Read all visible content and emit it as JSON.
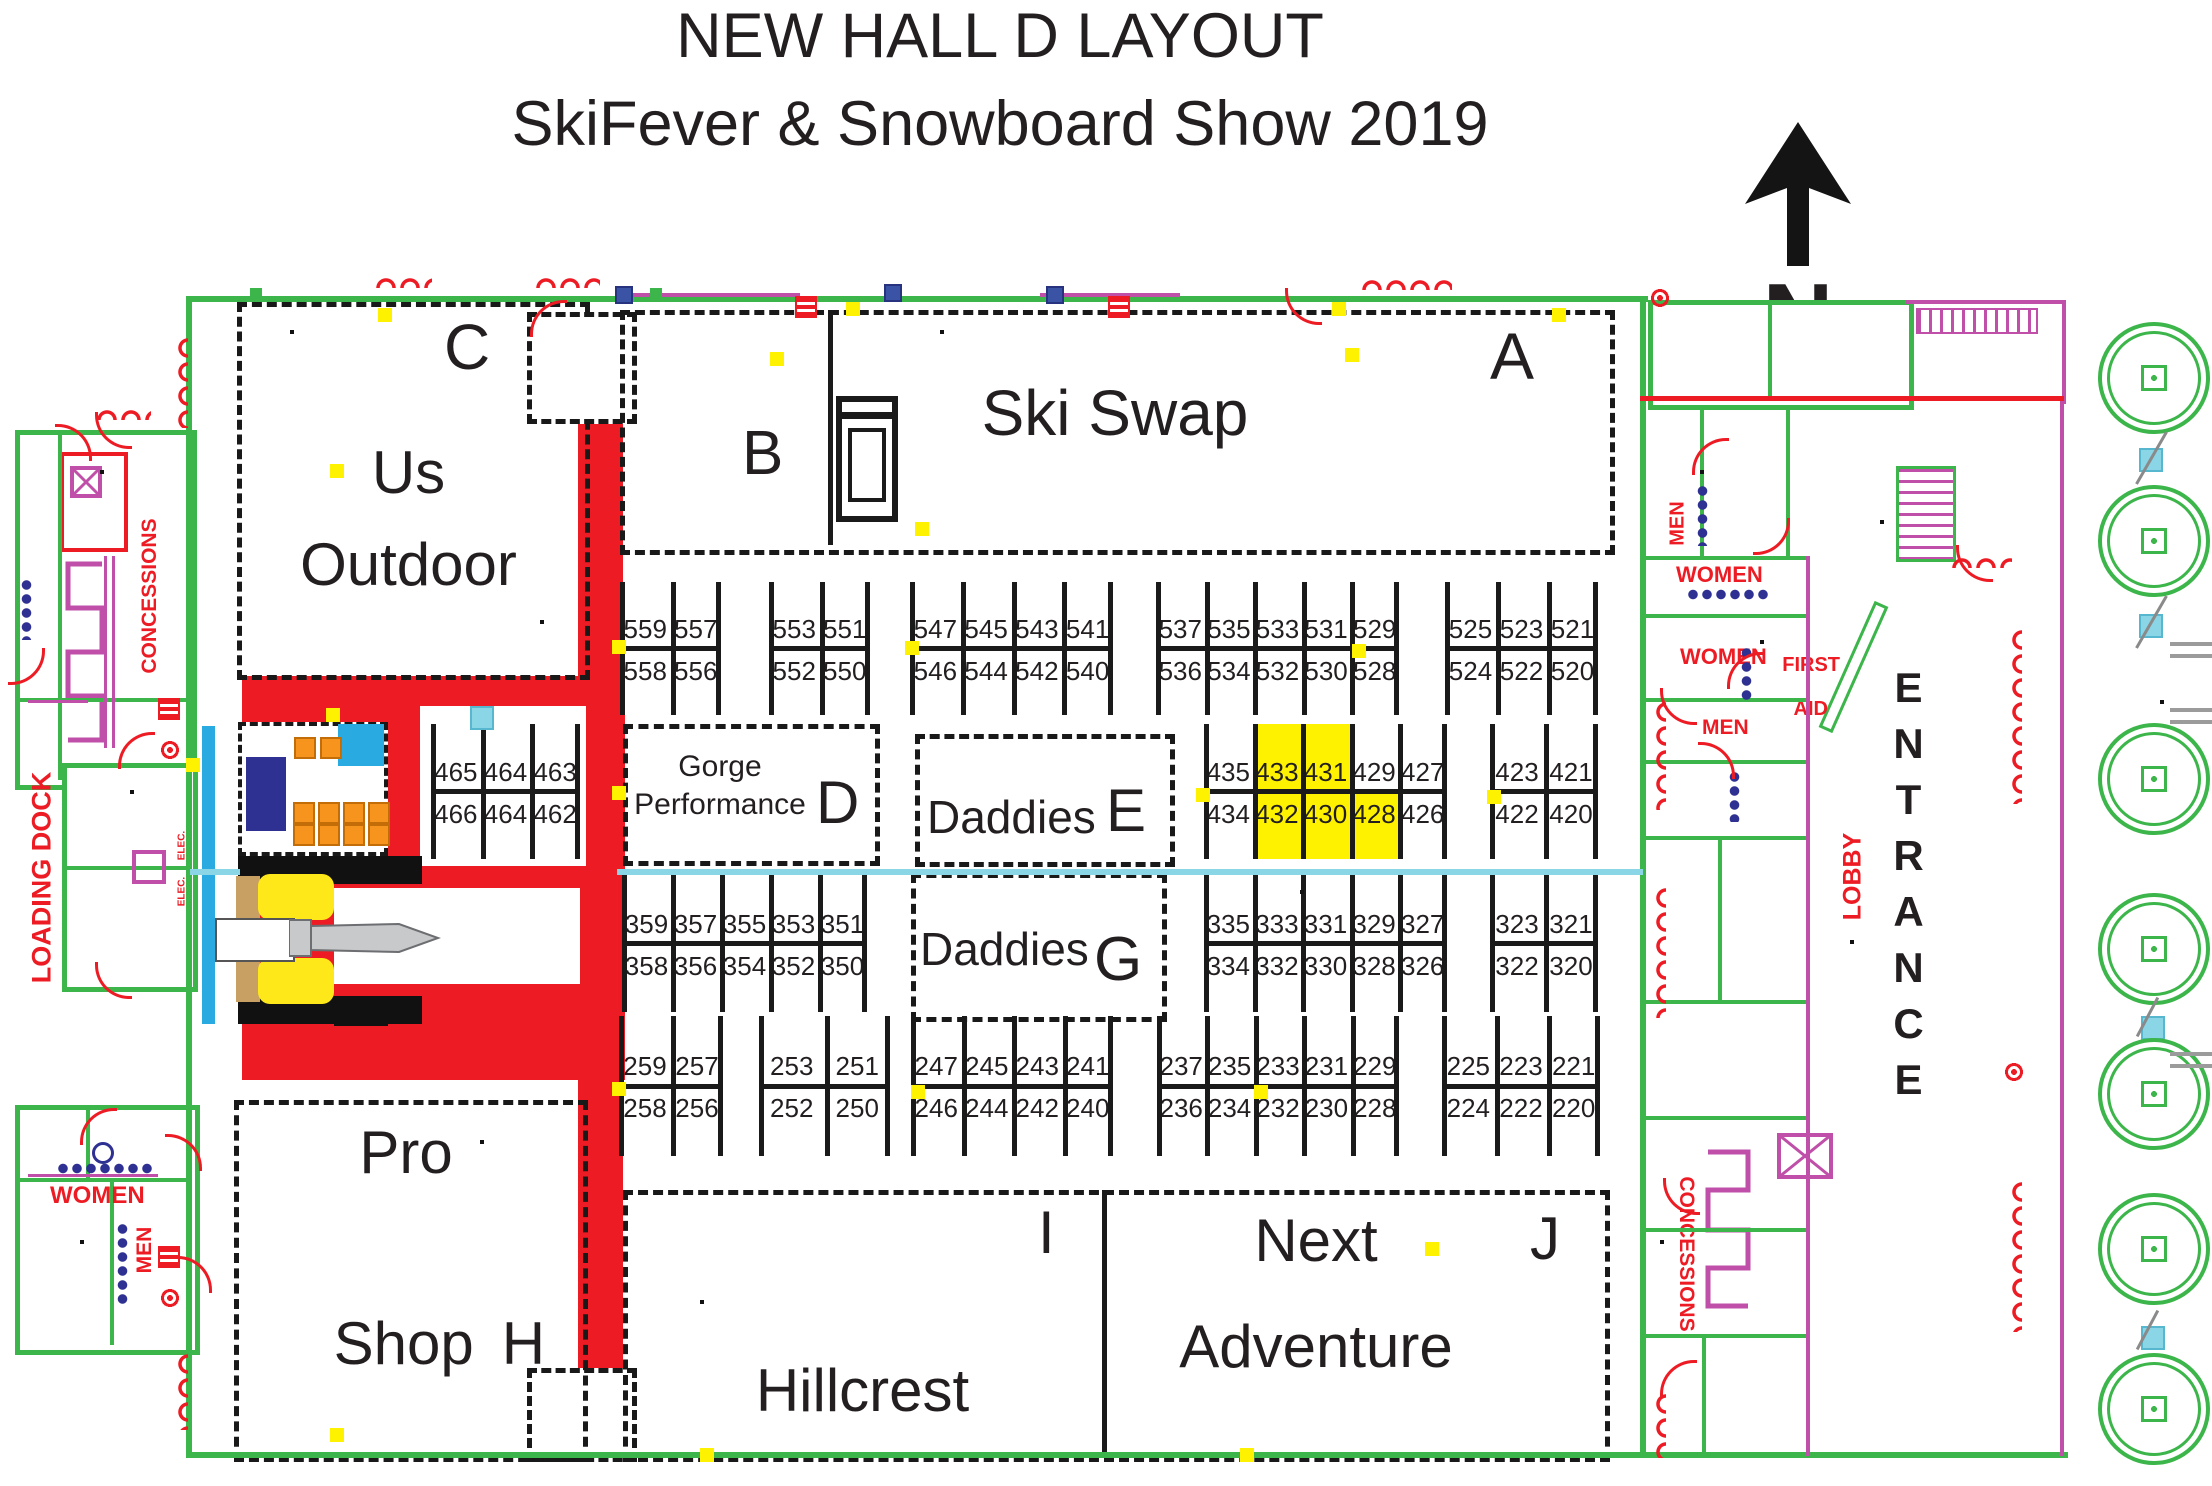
{
  "title": {
    "line1": "NEW HALL D LAYOUT",
    "line2": "SkiFever & Snowboard Show 2019"
  },
  "compass": {
    "label": "N"
  },
  "areas": {
    "a": {
      "letter": "A",
      "name": "Ski Swap"
    },
    "b": {
      "letter": "B"
    },
    "c": {
      "letter": "C",
      "line1": "Us",
      "line2": "Outdoor"
    },
    "d": {
      "letter": "D",
      "line1": "Gorge",
      "line2": "Performance"
    },
    "e": {
      "letter": "E",
      "name": "Daddies"
    },
    "g": {
      "letter": "G",
      "name": "Daddies"
    },
    "h": {
      "letter": "H",
      "line1": "Pro",
      "line2": "Shop"
    },
    "i": {
      "letter": "I",
      "name": "Hillcrest"
    },
    "j": {
      "letter": "J",
      "line1": "Next",
      "line2": "Adventure"
    }
  },
  "booths": {
    "r500": [
      {
        "top": [
          "559",
          "557"
        ],
        "bottom": [
          "558",
          "556"
        ]
      },
      {
        "top": [
          "553",
          "551"
        ],
        "bottom": [
          "552",
          "550"
        ]
      },
      {
        "top": [
          "547",
          "545",
          "543",
          "541"
        ],
        "bottom": [
          "546",
          "544",
          "542",
          "540"
        ]
      },
      {
        "top": [
          "537",
          "535",
          "533",
          "531",
          "529"
        ],
        "bottom": [
          "536",
          "534",
          "532",
          "530",
          "528"
        ]
      },
      {
        "top": [
          "525",
          "523",
          "521"
        ],
        "bottom": [
          "524",
          "522",
          "520"
        ]
      }
    ],
    "r400_block": {
      "top": [
        "465",
        "464",
        "463"
      ],
      "bottom": [
        "466",
        "464",
        "462"
      ]
    },
    "r400": [
      {
        "top": [
          "435",
          "433",
          "431",
          "429",
          "427"
        ],
        "bottom": [
          "434",
          "432",
          "430",
          "428",
          "426"
        ],
        "hl_top": [
          1,
          2
        ],
        "hl_bottom": [
          1,
          2,
          3
        ]
      },
      {
        "top": [
          "423",
          "421"
        ],
        "bottom": [
          "422",
          "420"
        ]
      }
    ],
    "r300": [
      {
        "top": [
          "359",
          "357",
          "355",
          "353",
          "351"
        ],
        "bottom": [
          "358",
          "356",
          "354",
          "352",
          "350"
        ]
      },
      {
        "top": [
          "335",
          "333",
          "331",
          "329",
          "327"
        ],
        "bottom": [
          "334",
          "332",
          "330",
          "328",
          "326"
        ]
      },
      {
        "top": [
          "323",
          "321"
        ],
        "bottom": [
          "322",
          "320"
        ]
      }
    ],
    "r200": [
      {
        "top": [
          "259",
          "257"
        ],
        "bottom": [
          "258",
          "256"
        ]
      },
      {
        "top": [
          "253",
          "251"
        ],
        "bottom": [
          "252",
          "250"
        ]
      },
      {
        "top": [
          "247",
          "245",
          "243",
          "241"
        ],
        "bottom": [
          "246",
          "244",
          "242",
          "240"
        ]
      },
      {
        "top": [
          "237",
          "235",
          "233",
          "231",
          "229"
        ],
        "bottom": [
          "236",
          "234",
          "232",
          "230",
          "228"
        ]
      },
      {
        "top": [
          "225",
          "223",
          "221"
        ],
        "bottom": [
          "224",
          "222",
          "220"
        ]
      }
    ]
  },
  "labels": {
    "loading_dock": "LOADING DOCK",
    "concessions_left": "CONCESSIONS",
    "concessions_right": "CONCESSIONS",
    "entrance": "ENTRANCE",
    "lobby": "LOBBY",
    "first_aid_line1": "FIRST",
    "first_aid_line2": "AID",
    "women_upper": "WOMEN",
    "women_mid": "WOMEN",
    "women_bottom_left": "WOMEN",
    "men_upper": "MEN",
    "men_mid": "MEN",
    "men_bottom_left": "MEN",
    "elec_upper": "ELEC.",
    "elec_lower": "ELEC."
  },
  "colors": {
    "wall_green": "#3cb54a",
    "magenta": "#bf4fa8",
    "red": "#ed1c24",
    "highlight_yellow": "#fff200",
    "cyan_line": "#8ad5e6",
    "dock_blue": "#29abe2",
    "navy_blue": "#2e3192",
    "orange": "#f7941d",
    "gray": "#c8c9cb",
    "black": "#231f20"
  }
}
